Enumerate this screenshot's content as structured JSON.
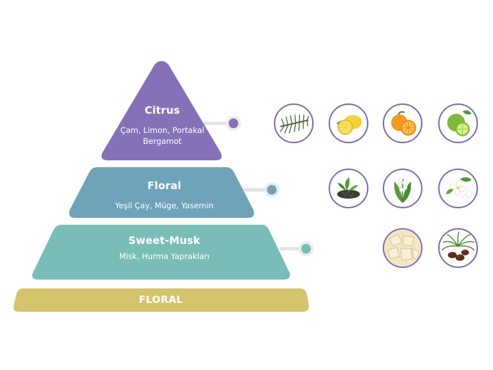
{
  "pyramid": {
    "top": {
      "title": "Citrus",
      "notes_line1": "Çam, Limon, Portakal",
      "notes_line2": "Bergamot",
      "color": "#8571b8"
    },
    "middle": {
      "title": "Floral",
      "notes": "Yeşil Çay, Müge, Yasemin",
      "color": "#6fa3ba"
    },
    "bottom": {
      "title": "Sweet-Musk",
      "notes": "Misk, Hurma Yaprakları",
      "color": "#79bdb6"
    },
    "base": {
      "label": "FLORAL",
      "color": "#d4c46c"
    }
  },
  "ingredients": {
    "top": [
      "pine-icon",
      "lemon-icon",
      "orange-icon",
      "bergamot-icon"
    ],
    "middle": [
      "green-tea-icon",
      "lily-of-the-valley-icon",
      "jasmine-icon"
    ],
    "bottom": [
      "musk-icon",
      "date-palm-icon"
    ]
  },
  "colors": {
    "connector_line": "#e4e4e4",
    "circle_border": "#7a6aad"
  }
}
